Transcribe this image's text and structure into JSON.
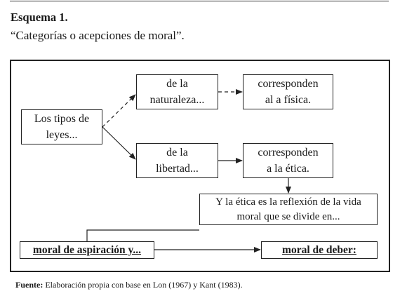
{
  "header": {
    "title": "Esquema 1.",
    "subtitle": "“Categorías o acepciones de moral”."
  },
  "diagram": {
    "nodes": {
      "tipos": "Los tipos de\nleyes...",
      "naturaleza": "de la\nnaturaleza...",
      "fisica": "corresponden\nal a física.",
      "libertad": "de la\nlibertad...",
      "etica": "corresponden\na la ética.",
      "reflexion": "Y la ética es la reflexión de la vida\nmoral que se divide en...",
      "aspiracion": "moral de aspiración y...",
      "deber": "moral de deber:"
    }
  },
  "source": {
    "label": "Fuente:",
    "text": " Elaboración propia  con base en Lon (1967) y Kant (1983)."
  }
}
